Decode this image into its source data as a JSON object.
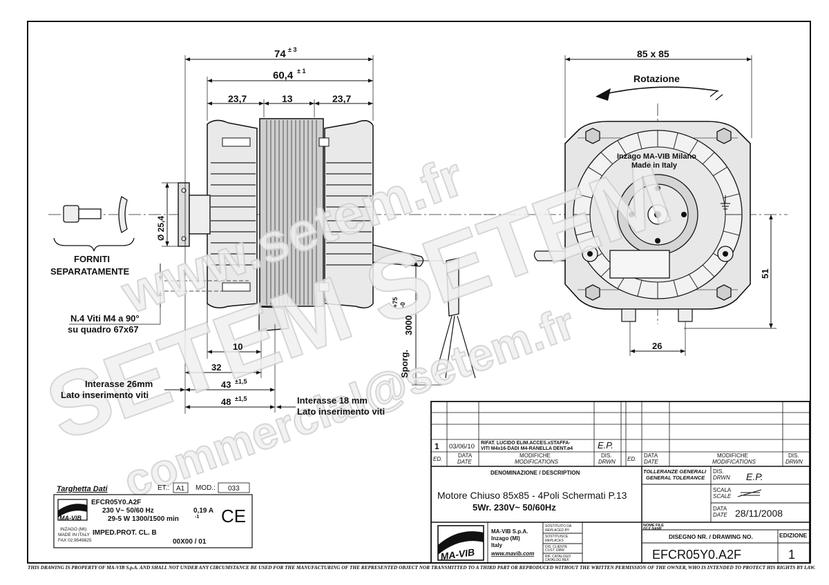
{
  "dimensions": {
    "total_length": "74",
    "total_length_tol": "± 3",
    "body_length": "60,4",
    "body_length_tol": "± 1",
    "seg_left": "23,7",
    "seg_mid": "13",
    "seg_right": "23,7",
    "shaft_diameter": "Ø 25,4",
    "dim_10": "10",
    "dim_32": "32",
    "dim_43": "43",
    "dim_43_tol": "±1,5",
    "dim_48": "48",
    "dim_48_tol": "±1,5",
    "cable_length": "3000",
    "cable_tol_plus": "+75",
    "cable_tol_minus": "-0",
    "cable_label": "Sporg.",
    "square_size": "85 x 85",
    "dim_51": "51",
    "dim_26": "26"
  },
  "labels": {
    "forniti_1": "FORNITI",
    "forniti_2": "SEPARATAMENTE",
    "screws_1": "N.4 Viti M4 a 90°",
    "screws_2": "su quadro 67x67",
    "interasse26_1": "Interasse 26mm",
    "interasse26_2": "Lato inserimento viti",
    "interasse18_1": "Interasse 18 mm",
    "interasse18_2": "Lato inserimento viti",
    "rotation": "Rotazione",
    "brand_line1": "Inzago MA-VIB Milano",
    "brand_line2": "Made in Italy"
  },
  "watermark": {
    "line1": "www.setem.fr",
    "line2": "SETEM SETEM",
    "line3": "commercial@setem.fr"
  },
  "nameplate": {
    "title": "Targhetta Dati",
    "et_label": "ET.:",
    "et_value": "A1",
    "mod_label": "MOD.:",
    "mod_value": "033",
    "model": "EFCR05Y0.A2F",
    "voltage": "230 V~  50/60 Hz",
    "current": "0,19 A",
    "power": "29-5 W   1300/1500 min",
    "power_exp": "-1",
    "imped": "IMPED.PROT.  CL. B",
    "code": "00X00 / 01",
    "addr1": "INZAGO (MI)",
    "addr2": "MADE IN ITALY",
    "addr3": "FAX 02.9549825",
    "ce": "CE",
    "logo": "MA-VIB"
  },
  "title_block": {
    "rev_ed": "1",
    "rev_date": "03/06/10",
    "rev_mod_1": "RIFAT. LUCIDO ELIM.ACCES.xSTAFFA-",
    "rev_mod_2": "VITI M4x16-DADI M4-RANELLA DENT.ø4",
    "rev_dis": "E.P.",
    "ed_label": "ED.",
    "data_label": "DATA",
    "date_label": "DATE",
    "modifiche_label": "MODIFICHE",
    "modifications_label": "MODIFICATIONS",
    "dis_label": "DIS.",
    "drwn_label": "DRWN",
    "denom_label": "DENOMINAZIONE / DESCRIPTION",
    "desc_line1": "Motore Chiuso 85x85 - 4Poli Schermati P.13",
    "desc_line2": "5Wr.    230V~   50/60Hz",
    "toll_label_1": "TOLLERANZE GENERALI",
    "toll_label_2": "GENERAL TOLERANCE",
    "dis_value": "E.P.",
    "scala_label": "SCALA",
    "scale_label": "SCALE",
    "data_value": "28/11/2008",
    "company_1": "MA-VIB S.p.A.",
    "company_2": "Inzago (MI)",
    "company_3": "Italy",
    "company_web": "www.mavib.com",
    "sost_1": "SOSTITUITO DA",
    "sost_2": "REPLACED BY",
    "sost_3": "SOSTITUISCE",
    "sost_4": "REPLACES",
    "sost_5": "DIS. CLIENTE",
    "sost_6": "CUST. DRW.",
    "sost_7": "RIF. CATALOGO",
    "sost_8": "CATALOG REF.",
    "nome_file_1": "NOME FILE",
    "nome_file_2": "FILE NAME",
    "drawing_no_label": "DISEGNO NR. / DRAWING NO.",
    "drawing_no": "EFCR05Y0.A2F",
    "edizione_label": "EDIZIONE",
    "edizione": "1",
    "logo": "MA-VIB"
  },
  "footer": "THIS DRAWING IS PROPERTY OF MA-VIB S.p.A. AND SHALL NOT UNDER ANY CIRCUMSTANCE BE USED FOR THE MANUFACTURING OF THE REPRESENTED OBJECT NOR TRANSMITTED TO A THIRD PART OR REPRODUCED WITHOUT THE WRITTEN PERMISSION OF THE OWNER, WHO IS INTENDED TO PROTECT HIS RIGHTS BY LAW."
}
